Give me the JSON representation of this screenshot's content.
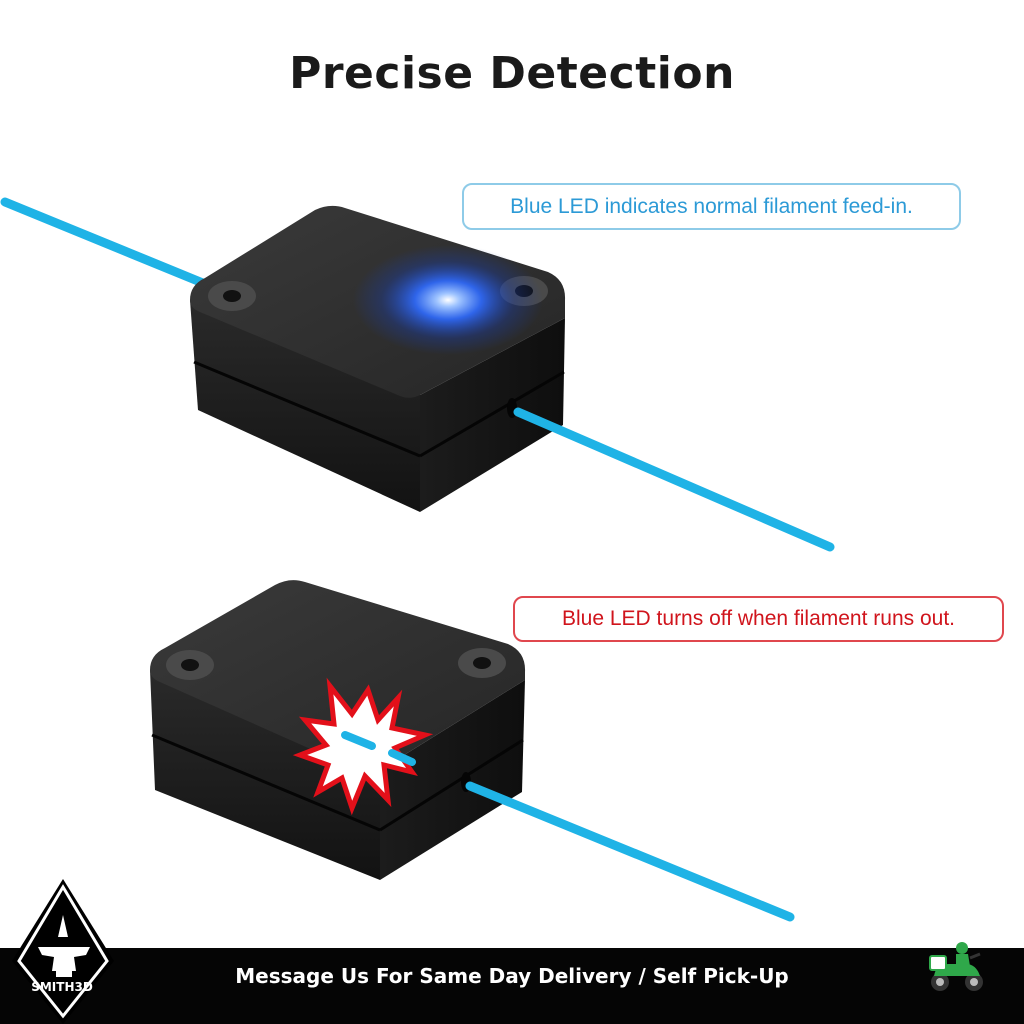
{
  "title": "Precise Detection",
  "callouts": {
    "normal": "Blue LED indicates normal filament feed-in.",
    "runout": "Blue LED turns off when filament runs out."
  },
  "footer": {
    "message": "Message Us For Same Day Delivery / Self Pick-Up",
    "logo_text": "SMITH3D"
  },
  "colors": {
    "filament": "#1fb3e6",
    "led": "#2f6bff",
    "callout_blue": "#2c9ad6",
    "callout_red": "#d0141c",
    "footer_bg": "#050505"
  },
  "icons": [
    "anvil-logo-icon",
    "delivery-scooter-icon",
    "break-burst-icon"
  ]
}
